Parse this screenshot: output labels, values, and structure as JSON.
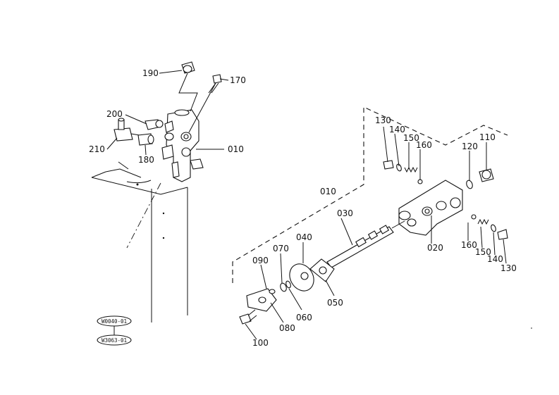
{
  "callouts": {
    "left": {
      "p190": "190",
      "p170": "170",
      "p200": "200",
      "p210": "210",
      "p180": "180",
      "p010": "010"
    },
    "right": {
      "p130a": "130",
      "p140a": "140",
      "p150a": "150",
      "p160a": "160",
      "p120": "120",
      "p110": "110",
      "p010": "010",
      "p030": "030",
      "p040": "040",
      "p070": "070",
      "p090": "090",
      "p020": "020",
      "p160b": "160",
      "p150b": "150",
      "p140b": "140",
      "p130b": "130",
      "p050": "050",
      "p060": "060",
      "p080": "080",
      "p100": "100"
    }
  },
  "ref_codes": {
    "code1": "W0040-01",
    "code2": "W3063-01"
  }
}
